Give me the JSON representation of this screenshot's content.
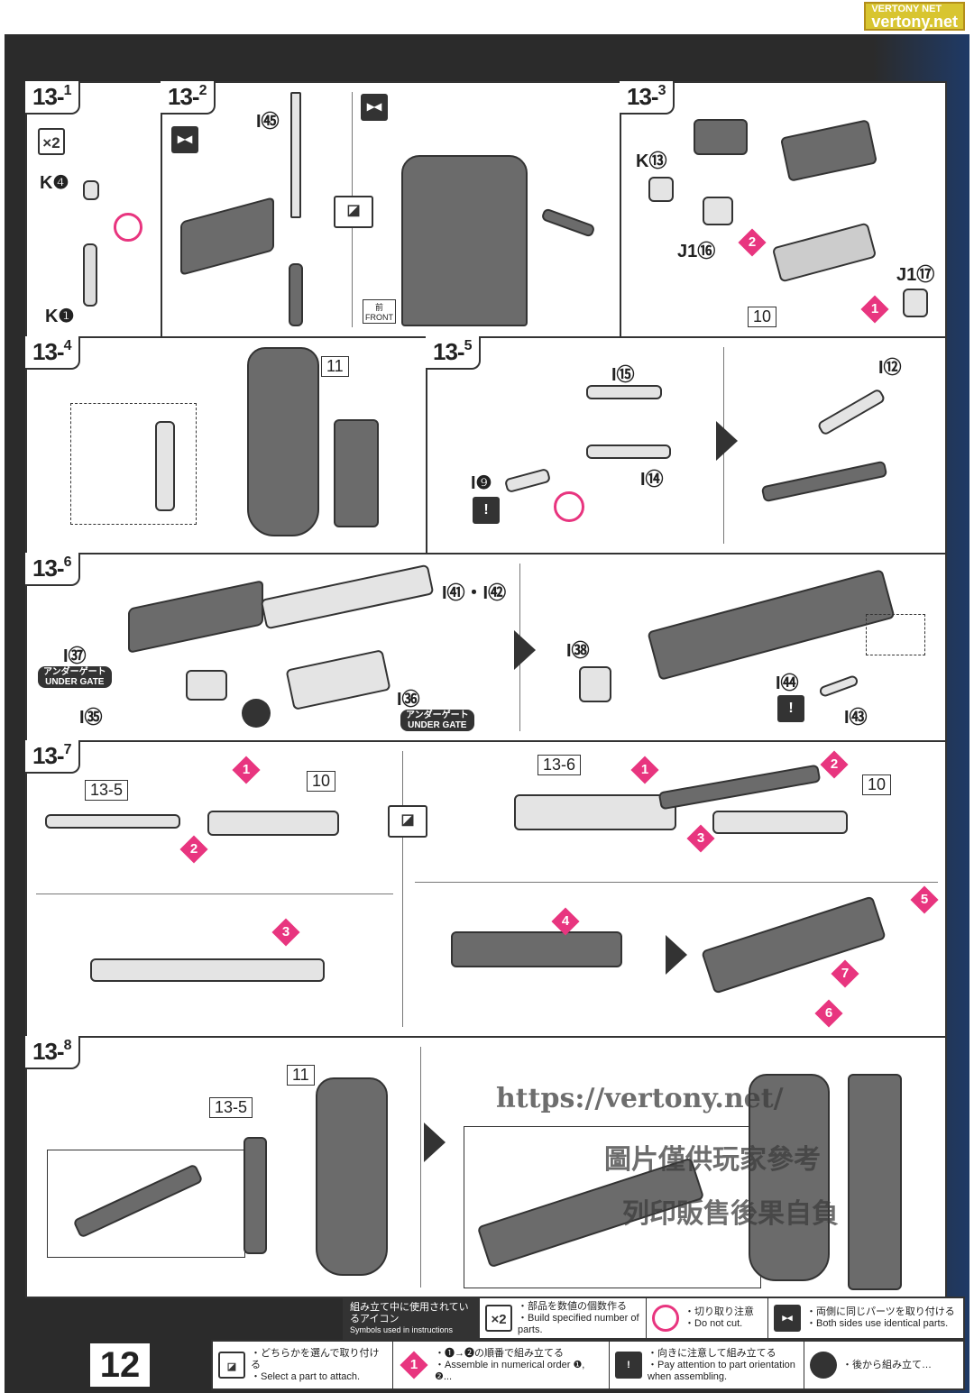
{
  "page_number": "12",
  "steps": {
    "s13_1": {
      "tag": "13",
      "sub": "1",
      "count": "×2",
      "parts": [
        "K❹",
        "K❶"
      ]
    },
    "s13_2": {
      "tag": "13",
      "sub": "2",
      "parts": [
        "I㊺"
      ],
      "front_label": "FRONT",
      "front_kanji": "前"
    },
    "s13_3": {
      "tag": "13",
      "sub": "3",
      "parts": [
        "K⑬",
        "J1⑯",
        "J1⑰"
      ],
      "ref": "10",
      "order": [
        "1",
        "2"
      ]
    },
    "s13_4": {
      "tag": "13",
      "sub": "4",
      "ref": "11"
    },
    "s13_5": {
      "tag": "13",
      "sub": "5",
      "parts": [
        "I⑮",
        "I⑭",
        "I❾",
        "I⑫"
      ]
    },
    "s13_6": {
      "tag": "13",
      "sub": "6",
      "parts": [
        "I㊶・I㊷",
        "I㊲",
        "I㉟",
        "I㊱",
        "I㊳",
        "I㊹",
        "I㊸"
      ],
      "under_gate_jp": "アンダーゲート",
      "under_gate_en": "UNDER GATE"
    },
    "s13_7": {
      "tag": "13",
      "sub": "7",
      "refs": [
        "13-5",
        "10",
        "13-6",
        "10"
      ],
      "order": [
        "1",
        "2",
        "3",
        "1",
        "2",
        "3",
        "4",
        "5",
        "6",
        "7"
      ]
    },
    "s13_8": {
      "tag": "13",
      "sub": "8",
      "refs": [
        "11",
        "13-5"
      ]
    }
  },
  "legend": {
    "title_jp": "組み立て中に使用されているアイコン",
    "title_en": "Symbols used in instructions",
    "items": [
      {
        "icon": "×2",
        "jp": "・部品を数値の個数作る",
        "en": "・Build specified number of parts."
      },
      {
        "icon": "do-not-cut-icon",
        "jp": "・切り取り注意",
        "en": "・Do not cut."
      },
      {
        "icon": "both-sides-icon",
        "jp": "・両側に同じパーツを取り付ける",
        "en": "・Both sides use identical parts."
      },
      {
        "icon": "choose-icon",
        "jp": "・どちらかを選んで取り付ける",
        "en": "・Select a part to attach."
      },
      {
        "icon": "1",
        "jp": "・❶→❷の順番で組み立てる",
        "en": "・Assemble in numerical order ❶, ❷..."
      },
      {
        "icon": "!",
        "jp": "・向きに注意して組み立てる",
        "en": "・Pay attention to part orientation when assembling."
      },
      {
        "icon": "later-icon",
        "jp": "・後から組み立て…",
        "en": ""
      }
    ]
  },
  "watermark": {
    "url": "https://vertony.net/",
    "line1": "圖片僅供玩家參考",
    "line2": "列印販售後果自負",
    "brand": "VERTONY NET",
    "site": "vertony.net"
  }
}
